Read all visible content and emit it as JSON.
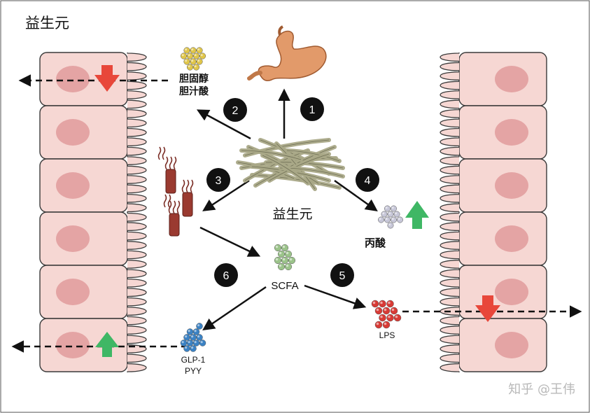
{
  "title": "益生元",
  "center_label": "益生元",
  "labels": {
    "cholesterol": "胆固醇",
    "bile_acid": "胆汁酸",
    "propionate": "丙酸",
    "scfa": "SCFA",
    "lps": "LPS",
    "glp1": "GLP-1",
    "pyy": "PYY"
  },
  "steps": [
    "1",
    "2",
    "3",
    "4",
    "5",
    "6"
  ],
  "watermark": "知乎 @王伟",
  "colors": {
    "cell_fill": "#f6d7d3",
    "cell_stroke": "#3a3a3a",
    "nucleus": "#e4a4a4",
    "arrow_down": "#e8473a",
    "arrow_up": "#3fb765",
    "prebiotic_fiber": "#a9a887",
    "cholesterol_dots": "#e0c64a",
    "propionate_dots": "#c7c7d8",
    "scfa_dots": "#9bc38a",
    "lps_dots": "#d83a35",
    "glp1_dots": "#3b82c4",
    "mucosa_bar": "#9a3a30"
  }
}
